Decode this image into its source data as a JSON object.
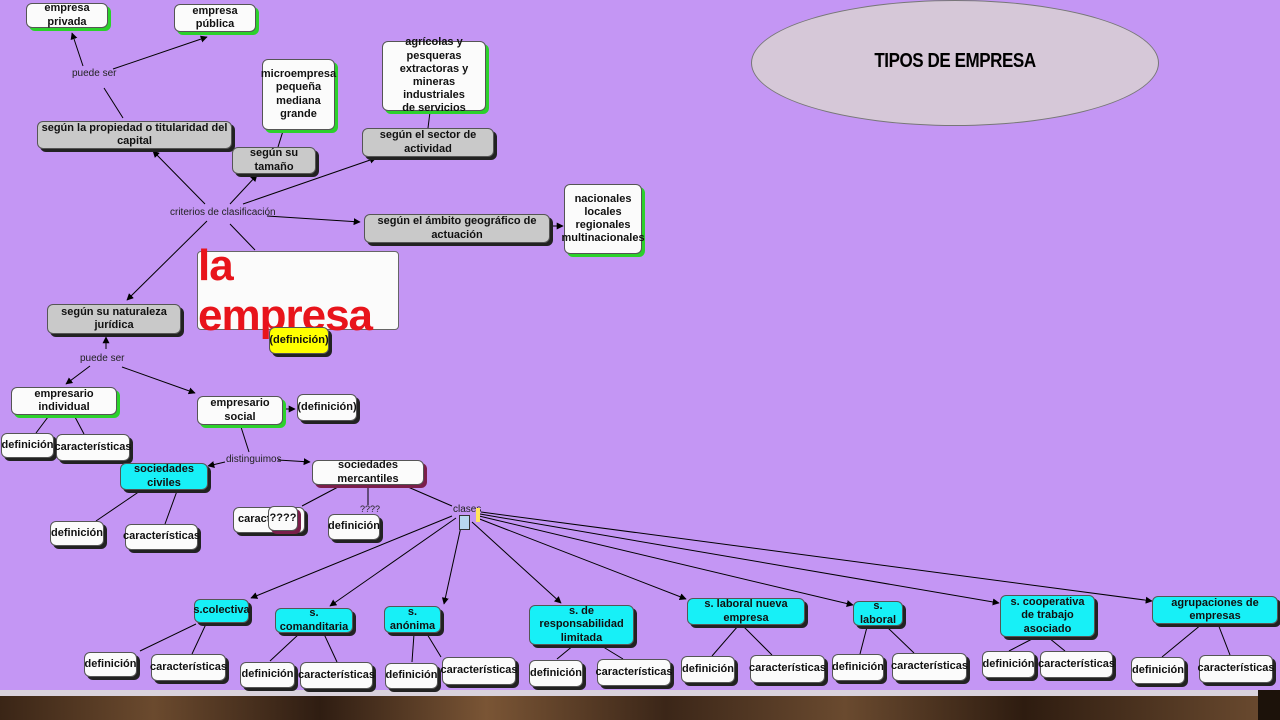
{
  "title": "TIPOS DE EMPRESA",
  "main_concept": "la empresa",
  "colors": {
    "background": "#c496f4",
    "main_text": "#e8141b",
    "cyan_node": "#17f0f7",
    "grey_node": "#c9c9c9",
    "yellow_node": "#ffff00",
    "shadow_green": "#2bd12b"
  },
  "labels": {
    "puede_ser_top": "puede ser",
    "criterios": "criterios de clasificación",
    "puede_ser_mid": "puede ser",
    "distinguimos": "distinguimos",
    "clases": "clases",
    "clases_marker": "????"
  },
  "nodes": {
    "empresa_privada": "empresa privada",
    "empresa_publica": "empresa pública",
    "tamano_list": "microempresa\npequeña\nmediana\ngrande",
    "sector_list": "agrícolas y pesqueras\nextractoras y mineras\nindustriales\nde servicios",
    "propiedad": "según la propiedad o titularidad del capital",
    "tamano": "según su tamaño",
    "sector": "según el sector de actividad",
    "ambito": "según el ámbito geográfico de actuación",
    "ambito_list": "nacionales\nlocales\nregionales\nmultinacionales",
    "naturaleza": "según su naturaleza jurídica",
    "definicion_main": "(definición)",
    "empresario_individual": "empresario individual",
    "empresario_social": "empresario social",
    "definicion_social": "(definición)",
    "definicion": "definición",
    "caracteristicas": "características",
    "sociedades_civiles": "sociedades civiles",
    "sociedades_mercantiles": "sociedades mercantiles",
    "caracte_partial": "caracte",
    "question_marks": "????",
    "s_colectiva": "s.colectiva",
    "s_comanditaria": "s. comanditaria",
    "s_anonima": "s. anónima",
    "s_resp_limitada": "s. de responsabilidad\nlimitada",
    "s_laboral_nueva": "s. laboral nueva empresa",
    "s_laboral": "s. laboral",
    "s_cooperativa": "s. cooperativa\nde trabajo asociado",
    "agrupaciones": "agrupaciones de empresas"
  }
}
